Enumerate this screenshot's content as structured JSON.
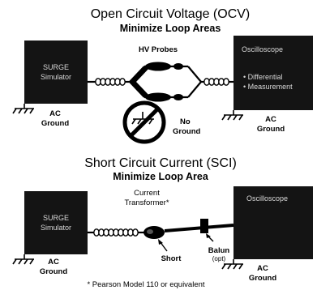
{
  "ocv": {
    "title": "Open Circuit Voltage (OCV)",
    "subtitle": "Minimize Loop Areas",
    "surge_line1": "SURGE",
    "surge_line2": "Simulator",
    "probes_label": "HV Probes",
    "scope_title": "Oscilloscope",
    "scope_bullet1": "• Differential",
    "scope_bullet2": "• Measurement",
    "left_ground_1": "AC",
    "left_ground_2": "Ground",
    "right_ground_1": "AC",
    "right_ground_2": "Ground",
    "no_ground_1": "No",
    "no_ground_2": "Ground"
  },
  "sci": {
    "title": "Short Circuit Current (SCI)",
    "subtitle": "Minimize Loop Area",
    "surge_line1": "SURGE",
    "surge_line2": "Simulator",
    "ct_label_1": "Current",
    "ct_label_2": "Transformer*",
    "scope_title": "Oscilloscope",
    "short_label": "Short",
    "balun_label_1": "Balun",
    "balun_label_2": "(opt)",
    "left_ground_1": "AC",
    "left_ground_2": "Ground",
    "right_ground_1": "AC",
    "right_ground_2": "Ground",
    "footnote": "* Pearson Model 110 or equivalent"
  },
  "colors": {
    "box_fill": "#141414",
    "box_text": "#d8d8d8",
    "ink": "#000000",
    "background": "#ffffff"
  }
}
